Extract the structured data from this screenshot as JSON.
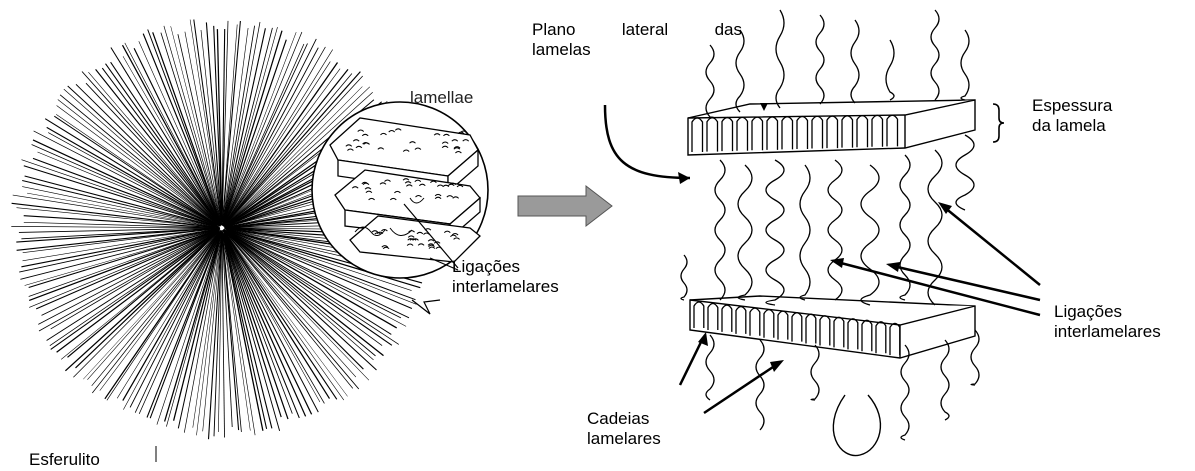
{
  "labels": {
    "spherulite": "Esferulito",
    "lamellae": "lamellae",
    "left_ties_1": "Ligações",
    "left_ties_2": "interlamelares",
    "plane_1a": "Plano",
    "plane_1b": "lateral",
    "plane_1c": "das",
    "plane_2": "lamelas",
    "thickness_1": "Espessura",
    "thickness_2": "da lamela",
    "right_ties_1": "Ligações",
    "right_ties_2": "interlamelares",
    "chains_1": "Cadeias",
    "chains_2": "lamelares"
  },
  "colors": {
    "ink": "#000000",
    "arrow_fill": "#9a9a9a",
    "arrow_stroke": "#555555",
    "background": "#ffffff"
  }
}
